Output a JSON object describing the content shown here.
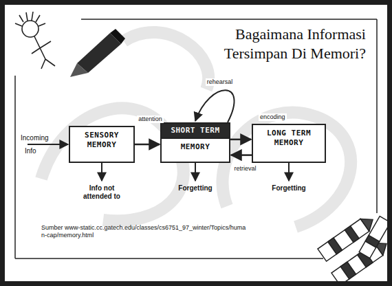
{
  "diagram": {
    "title": "Bagaimana Informasi Tersimpan Di Memori?",
    "nodes": [
      {
        "text": [
          "SENSORY MEMORY"
        ]
      },
      {
        "text": [
          "SHORT TERM",
          "MEMORY"
        ]
      },
      {
        "text": [
          "LONG TERM MEMORY"
        ]
      }
    ],
    "edges": [
      {
        "from": 0,
        "to": 1,
        "arrow": "to",
        "label": "attention"
      },
      {
        "from": 1,
        "to": 2,
        "arrow": "to",
        "label": "encoding"
      },
      {
        "from": 2,
        "to": 1,
        "arrow": "to",
        "label": "retrieval"
      },
      {
        "from": 1,
        "to": 1,
        "arrow": "to",
        "label": "rehearsal"
      }
    ],
    "labels": [
      "Incoming",
      "Info",
      "Info not attended to",
      "Forgetting",
      "Forgetting",
      "Sumber www-static.cc.gatech.edu/classes/cs6751_97_winter/Topics/human-cap/memory.html"
    ]
  }
}
